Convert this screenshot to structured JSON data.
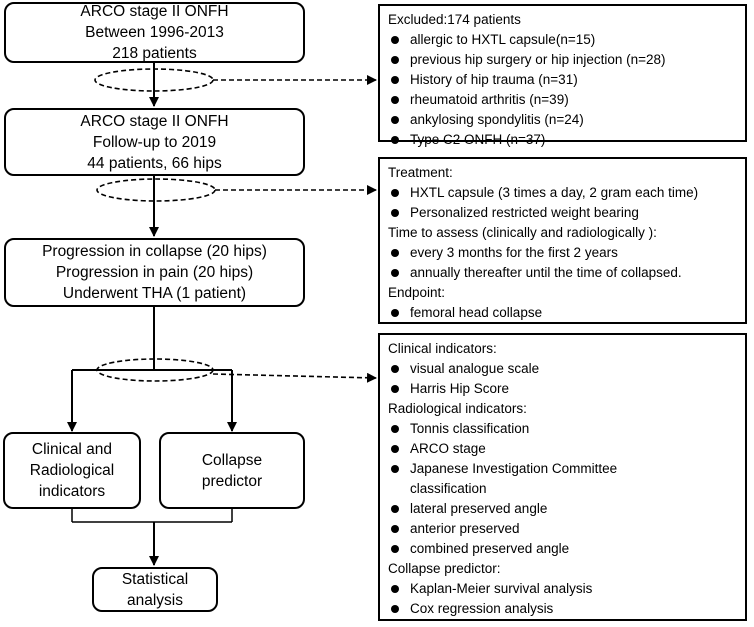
{
  "flow": {
    "box1": [
      "ARCO stage II ONFH",
      "Between 1996-2013",
      "218 patients"
    ],
    "box2": [
      "ARCO stage II ONFH",
      "Follow-up to 2019",
      "44 patients, 66 hips"
    ],
    "box3": [
      "Progression in collapse (20 hips)",
      "Progression in pain (20 hips)",
      "Underwent THA (1 patient)"
    ],
    "box4": [
      "Clinical and",
      "Radiological",
      "indicators"
    ],
    "box5": [
      "Collapse",
      "predictor"
    ],
    "box6": [
      "Statistical",
      "analysis"
    ]
  },
  "excluded": {
    "title": "Excluded:174 patients",
    "items": [
      "allergic to HXTL capsule(n=15)",
      "previous hip surgery or hip injection (n=28)",
      "History of hip trauma (n=31)",
      "rheumatoid arthritis (n=39)",
      "ankylosing spondylitis (n=24)",
      "Type C2 ONFH (n=37)"
    ]
  },
  "treatment": {
    "title": "Treatment:",
    "items": [
      "HXTL capsule (3 times a day, 2 gram each time)",
      "Personalized  restricted weight bearing"
    ],
    "assess_title": "Time to assess (clinically and radiologically ):",
    "assess_items": [
      "every 3 months for the first 2 years",
      "annually thereafter until the time of collapsed."
    ],
    "endpoint_title": "Endpoint:",
    "endpoint_items": [
      "femoral head collapse"
    ]
  },
  "indicators": {
    "clinical_title": "Clinical indicators:",
    "clinical_items": [
      "visual analogue scale",
      "Harris Hip Score"
    ],
    "radio_title": "Radiological indicators:",
    "radio_items": [
      "Tonnis classification",
      "ARCO stage",
      "Japanese Investigation Committee classification",
      "lateral preserved angle",
      "anterior preserved",
      "combined preserved angle"
    ],
    "collapse_title": "Collapse predictor:",
    "collapse_items": [
      "Kaplan-Meier survival analysis",
      "Cox regression analysis"
    ]
  }
}
